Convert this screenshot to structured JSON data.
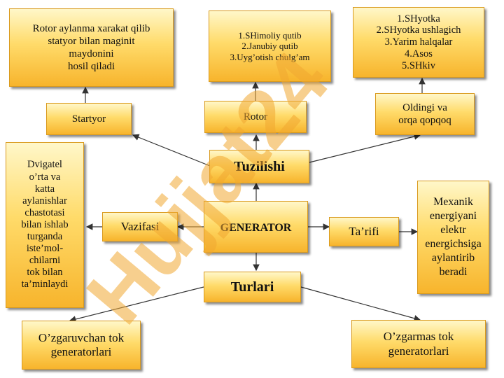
{
  "nodes": {
    "rotor_desc": "Rotor aylanma xarakat qilib\nstatyor bilan maginit\nmaydonini\nhosil qiladi",
    "rotor_parts": "1.SHimoliy qutib\n2.Janubiy qutib\n3.Uyg’otish chulg’am",
    "bearing_parts": "1.SHyotka\n2.SHyotka ushlagich\n3.Yarim halqalar\n4.Asos\n5.SHkiv",
    "startyor": "Startyor",
    "rotor": "Rotor",
    "covers": "Oldingi va\norqa qopqoq",
    "tuzilishi": "Tuzilishi",
    "dvigatel": "Dvigatel\no’rta va\nkatta\naylanishlar\nchastotasi\nbilan ishlab\nturganda\niste’mol-\nchilarni\ntok bilan\nta’minlaydi",
    "vazifasi": "Vazifasi",
    "generator": "GENERATOR",
    "tarifi": "Ta’rifi",
    "mexanik": "Mexanik\nenergiyani\nelektr\nenergichsiga\naylantirib\nberadi",
    "turlari": "Turlari",
    "ozgaruvchan": "O’zgaruvchan tok\ngeneratorlari",
    "ozgarmas": "O’zgarmas tok\ngeneratorlari"
  },
  "colors": {
    "box_top": "#fff7c9",
    "box_bottom": "#f7b42c",
    "arrow": "#333333",
    "watermark": "#f0a832"
  },
  "watermark": {
    "text": "Hujjat24"
  }
}
